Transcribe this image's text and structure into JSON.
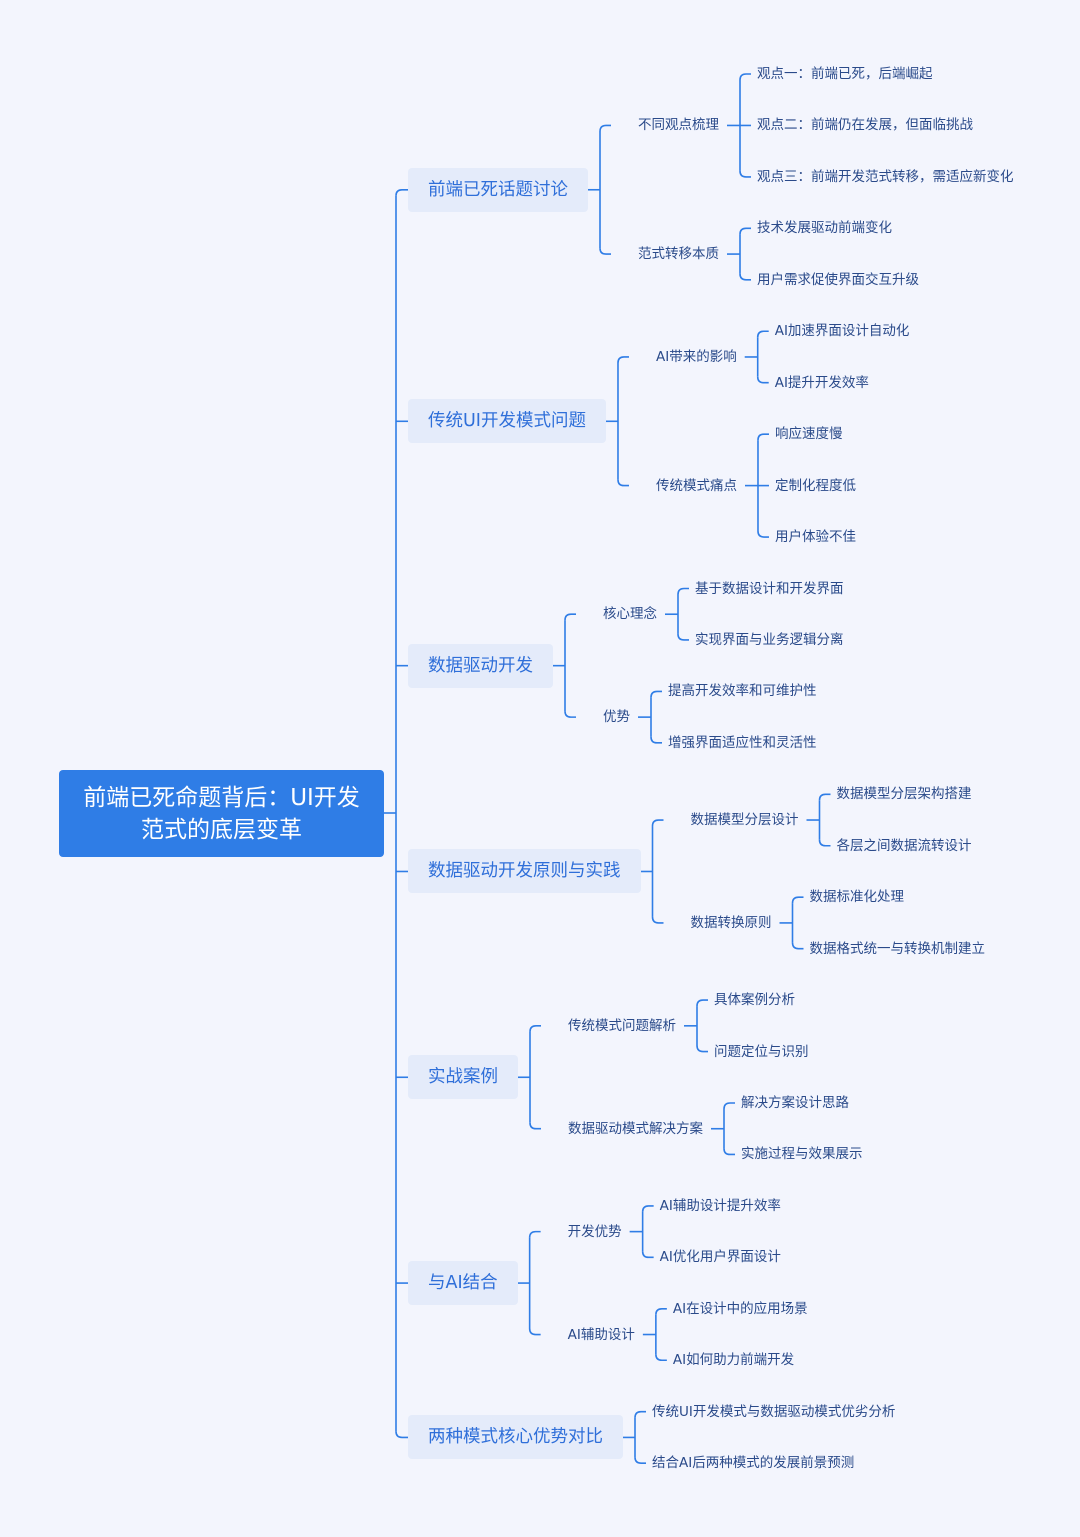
{
  "colors": {
    "background": "#f3f5fd",
    "root": "#2f7de6",
    "branch_bg": "#e4ebfa",
    "branch_text": "#2f6fd9",
    "line": "#2f7de6",
    "text": "#2a4a8a"
  },
  "root": "前端已死命题背后：UI开发范式的底层变革",
  "branches": [
    {
      "label": "前端已死话题讨论",
      "children": [
        {
          "label": "不同观点梳理",
          "children": [
            "观点一：前端已死，后端崛起",
            "观点二：前端仍在发展，但面临挑战",
            "观点三：前端开发范式转移，需适应新变化"
          ]
        },
        {
          "label": "范式转移本质",
          "children": [
            "技术发展驱动前端变化",
            "用户需求促使界面交互升级"
          ]
        }
      ]
    },
    {
      "label": "传统UI开发模式问题",
      "children": [
        {
          "label": "AI带来的影响",
          "children": [
            "AI加速界面设计自动化",
            "AI提升开发效率"
          ]
        },
        {
          "label": "传统模式痛点",
          "children": [
            "响应速度慢",
            "定制化程度低",
            "用户体验不佳"
          ]
        }
      ]
    },
    {
      "label": "数据驱动开发",
      "children": [
        {
          "label": "核心理念",
          "children": [
            "基于数据设计和开发界面",
            "实现界面与业务逻辑分离"
          ]
        },
        {
          "label": "优势",
          "children": [
            "提高开发效率和可维护性",
            "增强界面适应性和灵活性"
          ]
        }
      ]
    },
    {
      "label": "数据驱动开发原则与实践",
      "children": [
        {
          "label": "数据模型分层设计",
          "children": [
            "数据模型分层架构搭建",
            "各层之间数据流转设计"
          ]
        },
        {
          "label": "数据转换原则",
          "children": [
            "数据标准化处理",
            "数据格式统一与转换机制建立"
          ]
        }
      ]
    },
    {
      "label": "实战案例",
      "children": [
        {
          "label": "传统模式问题解析",
          "children": [
            "具体案例分析",
            "问题定位与识别"
          ]
        },
        {
          "label": "数据驱动模式解决方案",
          "children": [
            "解决方案设计思路",
            "实施过程与效果展示"
          ]
        }
      ]
    },
    {
      "label": "与AI结合",
      "children": [
        {
          "label": "开发优势",
          "children": [
            "AI辅助设计提升效率",
            "AI优化用户界面设计"
          ]
        },
        {
          "label": "AI辅助设计",
          "children": [
            "AI在设计中的应用场景",
            "AI如何助力前端开发"
          ]
        }
      ]
    },
    {
      "label": "两种模式核心优势对比",
      "children": [
        "传统UI开发模式与数据驱动模式优劣分析",
        "结合AI后两种模式的发展前景预测"
      ]
    }
  ]
}
